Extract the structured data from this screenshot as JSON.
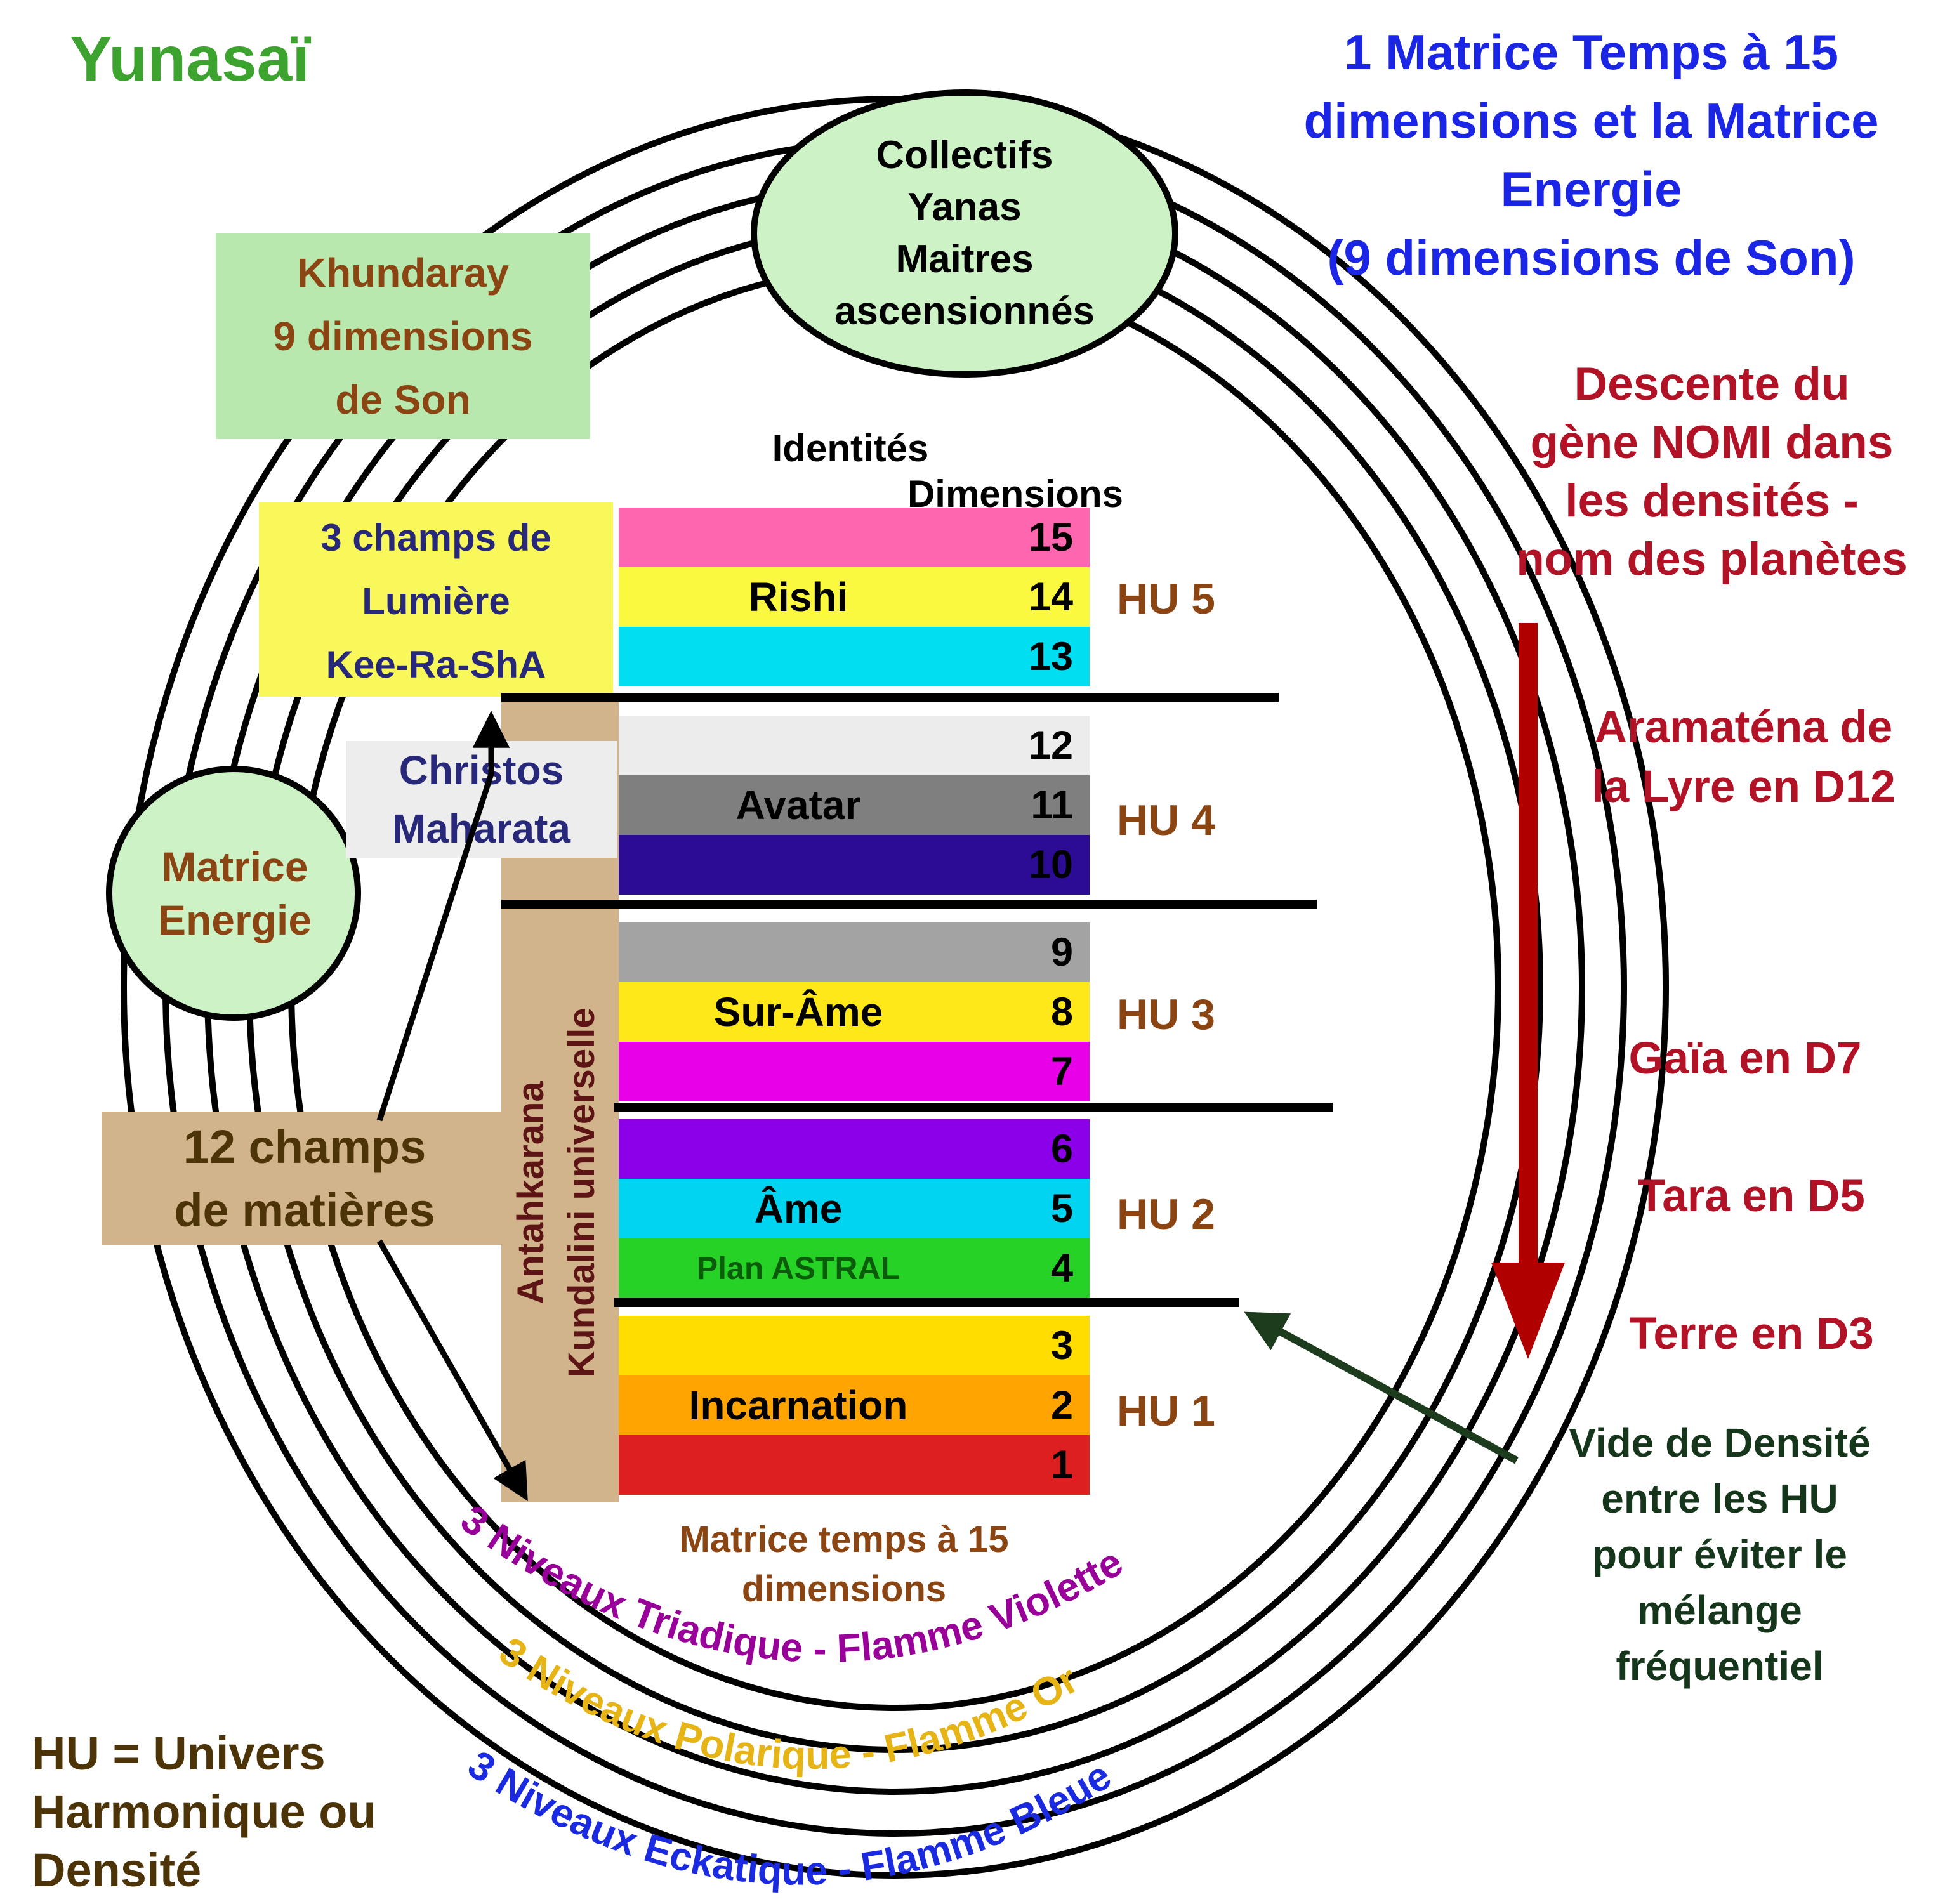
{
  "colors": {
    "yunasai_green": "#3ca32e",
    "title_blue": "#1a25e6",
    "red": "#b11226",
    "arrow_red": "#b00000",
    "dark_green": "#16361c",
    "brown": "#8a4513",
    "dark_brown": "#4d3408",
    "navy": "#28287a",
    "maroon": "#5c1414",
    "pale_green": "#cdf2c6",
    "box_green": "#b9e8ae",
    "box_yellow": "#f8f85a",
    "tan": "#d2b48c",
    "christos_bg": "#ededed"
  },
  "brand": {
    "title": "Yunasaï"
  },
  "header": {
    "lines": [
      "1 Matrice Temps à 15",
      "dimensions et la Matrice",
      "Energie",
      "(9 dimensions de Son)"
    ]
  },
  "collectifs": {
    "lines": [
      "Collectifs",
      "Yanas",
      "Maitres",
      "ascensionnés"
    ]
  },
  "khundaray": {
    "lines": [
      "Khundaray",
      "9 dimensions",
      "de Son"
    ]
  },
  "kee_ra_sha": {
    "lines": [
      "3 champs de",
      "Lumière",
      "Kee-Ra-ShA"
    ]
  },
  "matrice_energie": {
    "lines": [
      "Matrice",
      "Energie"
    ]
  },
  "christos": {
    "lines": [
      "Christos",
      "Maharata"
    ]
  },
  "antahkarana": {
    "lines": [
      "Antahkarana",
      "Kundalini universelle"
    ]
  },
  "champs_matieres": {
    "lines": [
      "12 champs",
      "de matières"
    ]
  },
  "headers": {
    "identites": "Identités",
    "dimensions": "Dimensions"
  },
  "rows": [
    {
      "num": "15",
      "label": "",
      "color": "#ff66b0"
    },
    {
      "num": "14",
      "label": "Rishi",
      "color": "#fbf93f"
    },
    {
      "num": "13",
      "label": "",
      "color": "#00dff2"
    },
    {
      "num": "12",
      "label": "",
      "color": "#ececec"
    },
    {
      "num": "11",
      "label": "Avatar",
      "color": "#7f7f7f"
    },
    {
      "num": "10",
      "label": "",
      "color": "#2c0c94"
    },
    {
      "num": "9",
      "label": "",
      "color": "#a3a3a3"
    },
    {
      "num": "8",
      "label": "Sur-Âme",
      "color": "#ffe81a"
    },
    {
      "num": "7",
      "label": "",
      "color": "#e800e8"
    },
    {
      "num": "6",
      "label": "",
      "color": "#8b00e8"
    },
    {
      "num": "5",
      "label": "Âme",
      "color": "#00d4f0"
    },
    {
      "num": "4",
      "label": "Plan ASTRAL",
      "color": "#26d226",
      "label_color": "#0a5c0a"
    },
    {
      "num": "3",
      "label": "",
      "color": "#ffdd00"
    },
    {
      "num": "2",
      "label": "Incarnation",
      "color": "#ffa400"
    },
    {
      "num": "1",
      "label": "",
      "color": "#de1f1f"
    }
  ],
  "hu": [
    "HU 5",
    "HU 4",
    "HU 3",
    "HU 2",
    "HU 1"
  ],
  "matrix_caption": {
    "lines": [
      "Matrice temps à 15",
      "dimensions"
    ]
  },
  "descente": {
    "lines": [
      "Descente du",
      "gène NOMI dans",
      "les densités -",
      "nom des planètes"
    ]
  },
  "planets": {
    "aramatena": {
      "lines": [
        "Aramaténa de",
        "la Lyre en D12"
      ]
    },
    "gaia": "Gaïa en D7",
    "tara": "Tara en D5",
    "terre": "Terre en D3"
  },
  "vide": {
    "lines": [
      "Vide de Densité",
      "entre les HU",
      "pour éviter le",
      "mélange",
      "fréquentiel"
    ]
  },
  "flames": [
    {
      "text": "3 Niveaux Triadique - Flamme Violette",
      "color": "#990099"
    },
    {
      "text": "3 Niveaux Polarique - Flamme Or",
      "color": "#e7b416"
    },
    {
      "text": "3 Niveaux Eckatique - Flamme Bleue",
      "color": "#1a2ae0"
    }
  ],
  "footnote": {
    "lines": [
      "HU = Univers",
      "Harmonique ou",
      "Densité"
    ]
  }
}
